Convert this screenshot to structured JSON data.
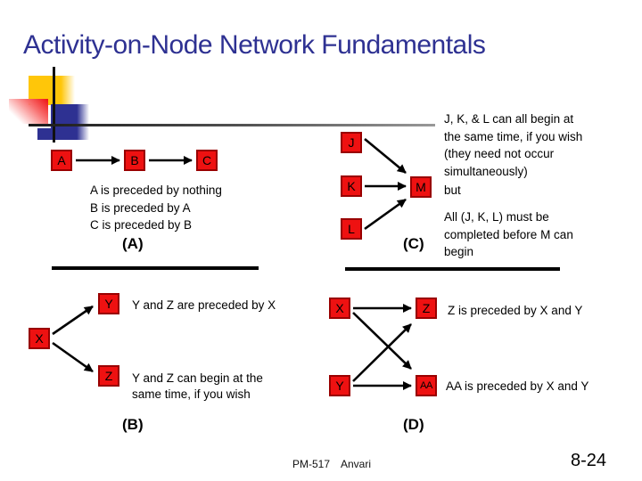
{
  "title": "Activity-on-Node Network Fundamentals",
  "colors": {
    "title": "#2E3192",
    "node_fill": "#EE1111",
    "node_border": "#990000",
    "accent_yellow": "#FFC609",
    "accent_blue": "#2E3192",
    "accent_red": "#EE1111"
  },
  "diagram_a": {
    "nodes": {
      "a": "A",
      "b": "B",
      "c": "C"
    },
    "description": "A is preceded by nothing\nB is preceded by A\nC is preceded by B",
    "label": "(A)"
  },
  "diagram_c": {
    "nodes": {
      "j": "J",
      "k": "K",
      "l": "L",
      "m": "M"
    },
    "note_top": "J, K, & L can all begin at\nthe same time, if you wish\n(they need not occur\nsimultaneously)",
    "note_mid": "but",
    "note_bottom": "All (J, K, L) must be\ncompleted before M can\nbegin",
    "label": "(C)"
  },
  "diagram_b": {
    "nodes": {
      "x": "X",
      "y": "Y",
      "z": "Z"
    },
    "note_top": "Y and Z are preceded by X",
    "note_bottom": "Y and Z can begin at the\nsame time, if you wish",
    "label": "(B)"
  },
  "diagram_d": {
    "nodes": {
      "x": "X",
      "y": "Y",
      "z": "Z",
      "aa": "AA"
    },
    "note_top": "Z is preceded by X and Y",
    "note_bottom": "AA is preceded by X and Y",
    "label": "(D)"
  },
  "footer": {
    "course": "PM-517",
    "author": "Anvari",
    "page": "8-24"
  }
}
